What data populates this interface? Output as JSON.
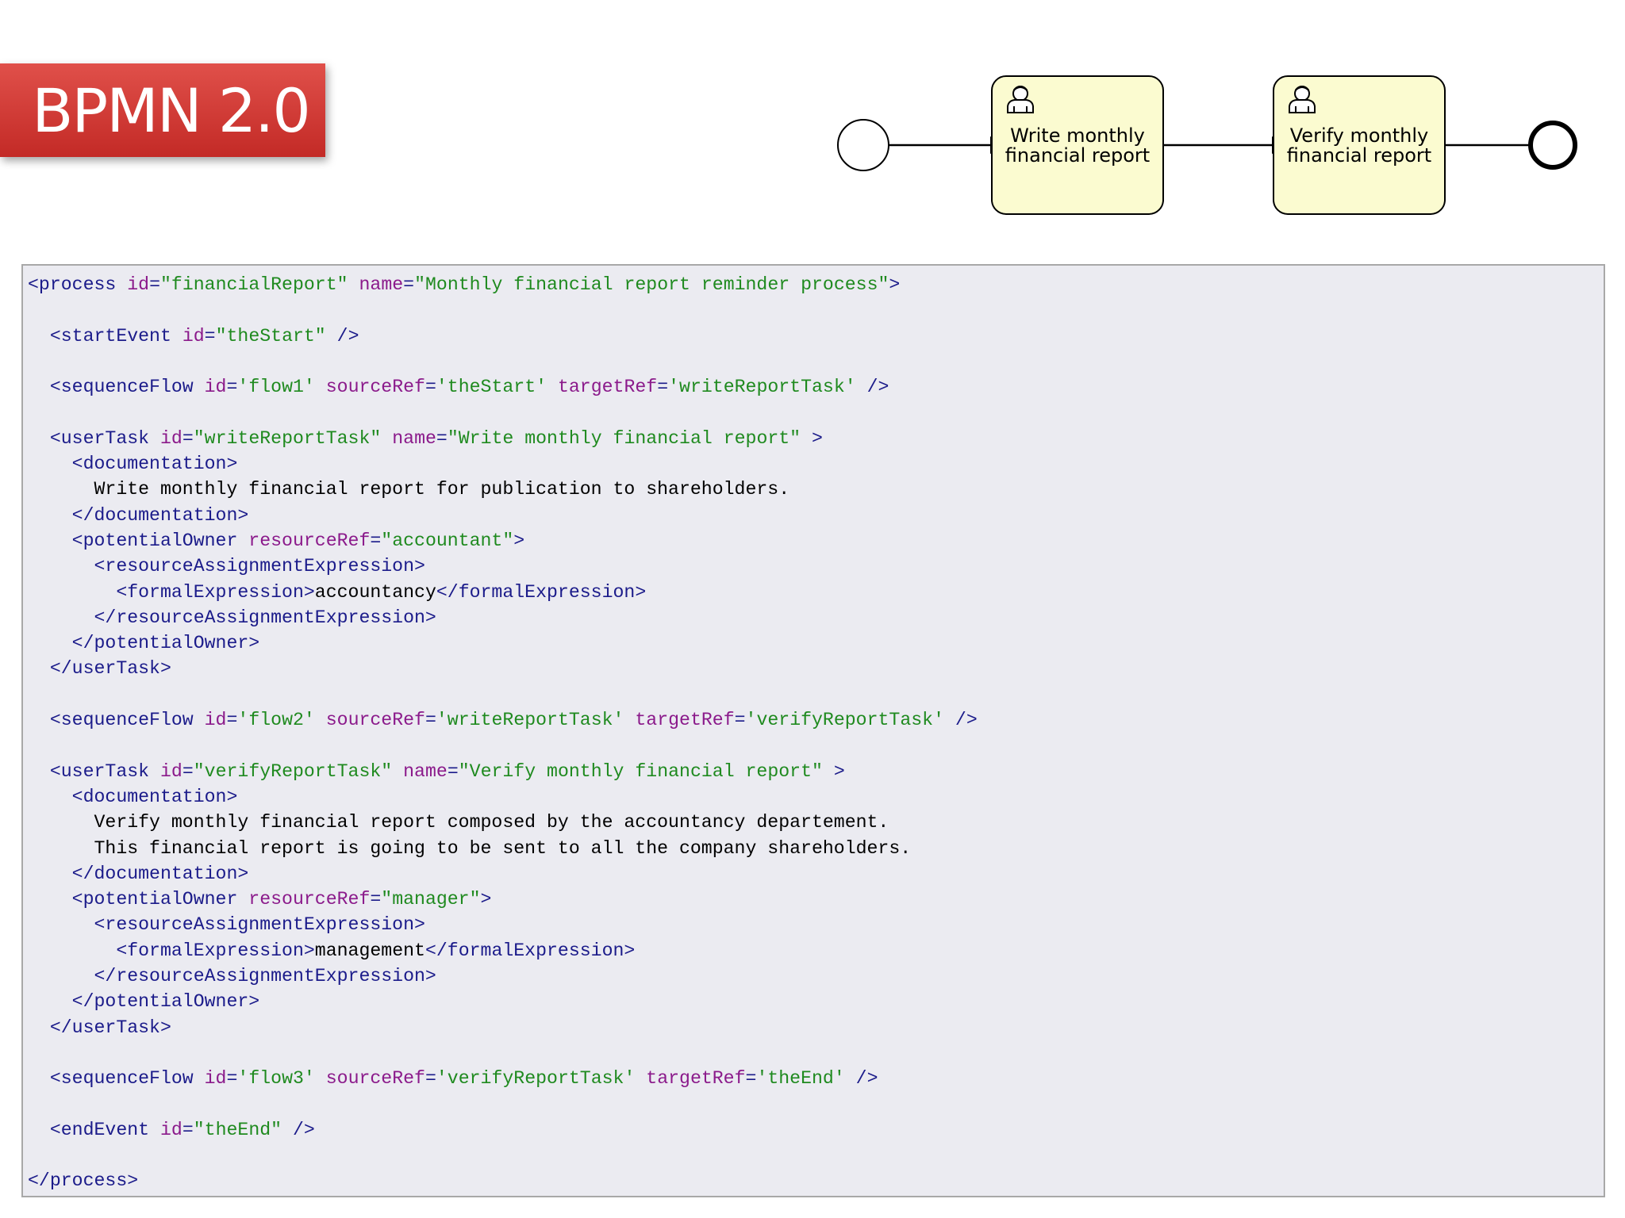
{
  "title": "BPMN 2.0",
  "diagram": {
    "nodes": [
      {
        "type": "start-event"
      },
      {
        "type": "user-task",
        "lines": [
          "Write monthly",
          "financial report"
        ]
      },
      {
        "type": "user-task",
        "lines": [
          "Verify monthly",
          "financial report"
        ]
      },
      {
        "type": "end-event"
      }
    ],
    "colors": {
      "task_fill": "#fbfbd0",
      "stroke": "#000000"
    },
    "icons": [
      "user-icon",
      "user-icon"
    ]
  },
  "code": {
    "colors": {
      "tag": "#1b1b8a",
      "attr": "#8b1a8b",
      "value": "#1f8a1f",
      "text": "#000000",
      "background": "#ebebf1"
    },
    "lines": [
      [
        [
          "t",
          "<process "
        ],
        [
          "a",
          "id"
        ],
        [
          "e",
          "="
        ],
        [
          "v",
          "\"financialReport\""
        ],
        [
          "t",
          " "
        ],
        [
          "a",
          "name"
        ],
        [
          "e",
          "="
        ],
        [
          "v",
          "\"Monthly financial report reminder process\""
        ],
        [
          "t",
          ">"
        ]
      ],
      [],
      [
        [
          "t",
          "  <startEvent "
        ],
        [
          "a",
          "id"
        ],
        [
          "e",
          "="
        ],
        [
          "v",
          "\"theStart\""
        ],
        [
          "t",
          " />"
        ]
      ],
      [],
      [
        [
          "t",
          "  <sequenceFlow "
        ],
        [
          "a",
          "id"
        ],
        [
          "e",
          "="
        ],
        [
          "v",
          "'flow1'"
        ],
        [
          "t",
          " "
        ],
        [
          "a",
          "sourceRef"
        ],
        [
          "e",
          "="
        ],
        [
          "v",
          "'theStart'"
        ],
        [
          "t",
          " "
        ],
        [
          "a",
          "targetRef"
        ],
        [
          "e",
          "="
        ],
        [
          "v",
          "'writeReportTask'"
        ],
        [
          "t",
          " />"
        ]
      ],
      [],
      [
        [
          "t",
          "  <userTask "
        ],
        [
          "a",
          "id"
        ],
        [
          "e",
          "="
        ],
        [
          "v",
          "\"writeReportTask\""
        ],
        [
          "t",
          " "
        ],
        [
          "a",
          "name"
        ],
        [
          "e",
          "="
        ],
        [
          "v",
          "\"Write monthly financial report\""
        ],
        [
          "t",
          " >"
        ]
      ],
      [
        [
          "t",
          "    <documentation>"
        ]
      ],
      [
        [
          "x",
          "      Write monthly financial report for publication to shareholders."
        ]
      ],
      [
        [
          "t",
          "    </documentation>"
        ]
      ],
      [
        [
          "t",
          "    <potentialOwner "
        ],
        [
          "a",
          "resourceRef"
        ],
        [
          "e",
          "="
        ],
        [
          "v",
          "\"accountant\""
        ],
        [
          "t",
          ">"
        ]
      ],
      [
        [
          "t",
          "      <resourceAssignmentExpression>"
        ]
      ],
      [
        [
          "t",
          "        <formalExpression>"
        ],
        [
          "x",
          "accountancy"
        ],
        [
          "t",
          "</formalExpression>"
        ]
      ],
      [
        [
          "t",
          "      </resourceAssignmentExpression>"
        ]
      ],
      [
        [
          "t",
          "    </potentialOwner>"
        ]
      ],
      [
        [
          "t",
          "  </userTask>"
        ]
      ],
      [],
      [
        [
          "t",
          "  <sequenceFlow "
        ],
        [
          "a",
          "id"
        ],
        [
          "e",
          "="
        ],
        [
          "v",
          "'flow2'"
        ],
        [
          "t",
          " "
        ],
        [
          "a",
          "sourceRef"
        ],
        [
          "e",
          "="
        ],
        [
          "v",
          "'writeReportTask'"
        ],
        [
          "t",
          " "
        ],
        [
          "a",
          "targetRef"
        ],
        [
          "e",
          "="
        ],
        [
          "v",
          "'verifyReportTask'"
        ],
        [
          "t",
          " />"
        ]
      ],
      [],
      [
        [
          "t",
          "  <userTask "
        ],
        [
          "a",
          "id"
        ],
        [
          "e",
          "="
        ],
        [
          "v",
          "\"verifyReportTask\""
        ],
        [
          "t",
          " "
        ],
        [
          "a",
          "name"
        ],
        [
          "e",
          "="
        ],
        [
          "v",
          "\"Verify monthly financial report\""
        ],
        [
          "t",
          " >"
        ]
      ],
      [
        [
          "t",
          "    <documentation>"
        ]
      ],
      [
        [
          "x",
          "      Verify monthly financial report composed by the accountancy departement."
        ]
      ],
      [
        [
          "x",
          "      This financial report is going to be sent to all the company shareholders."
        ]
      ],
      [
        [
          "t",
          "    </documentation>"
        ]
      ],
      [
        [
          "t",
          "    <potentialOwner "
        ],
        [
          "a",
          "resourceRef"
        ],
        [
          "e",
          "="
        ],
        [
          "v",
          "\"manager\""
        ],
        [
          "t",
          ">"
        ]
      ],
      [
        [
          "t",
          "      <resourceAssignmentExpression>"
        ]
      ],
      [
        [
          "t",
          "        <formalExpression>"
        ],
        [
          "x",
          "management"
        ],
        [
          "t",
          "</formalExpression>"
        ]
      ],
      [
        [
          "t",
          "      </resourceAssignmentExpression>"
        ]
      ],
      [
        [
          "t",
          "    </potentialOwner>"
        ]
      ],
      [
        [
          "t",
          "  </userTask>"
        ]
      ],
      [],
      [
        [
          "t",
          "  <sequenceFlow "
        ],
        [
          "a",
          "id"
        ],
        [
          "e",
          "="
        ],
        [
          "v",
          "'flow3'"
        ],
        [
          "t",
          " "
        ],
        [
          "a",
          "sourceRef"
        ],
        [
          "e",
          "="
        ],
        [
          "v",
          "'verifyReportTask'"
        ],
        [
          "t",
          " "
        ],
        [
          "a",
          "targetRef"
        ],
        [
          "e",
          "="
        ],
        [
          "v",
          "'theEnd'"
        ],
        [
          "t",
          " />"
        ]
      ],
      [],
      [
        [
          "t",
          "  <endEvent "
        ],
        [
          "a",
          "id"
        ],
        [
          "e",
          "="
        ],
        [
          "v",
          "\"theEnd\""
        ],
        [
          "t",
          " />"
        ]
      ],
      [],
      [
        [
          "t",
          "</process>"
        ]
      ]
    ]
  }
}
